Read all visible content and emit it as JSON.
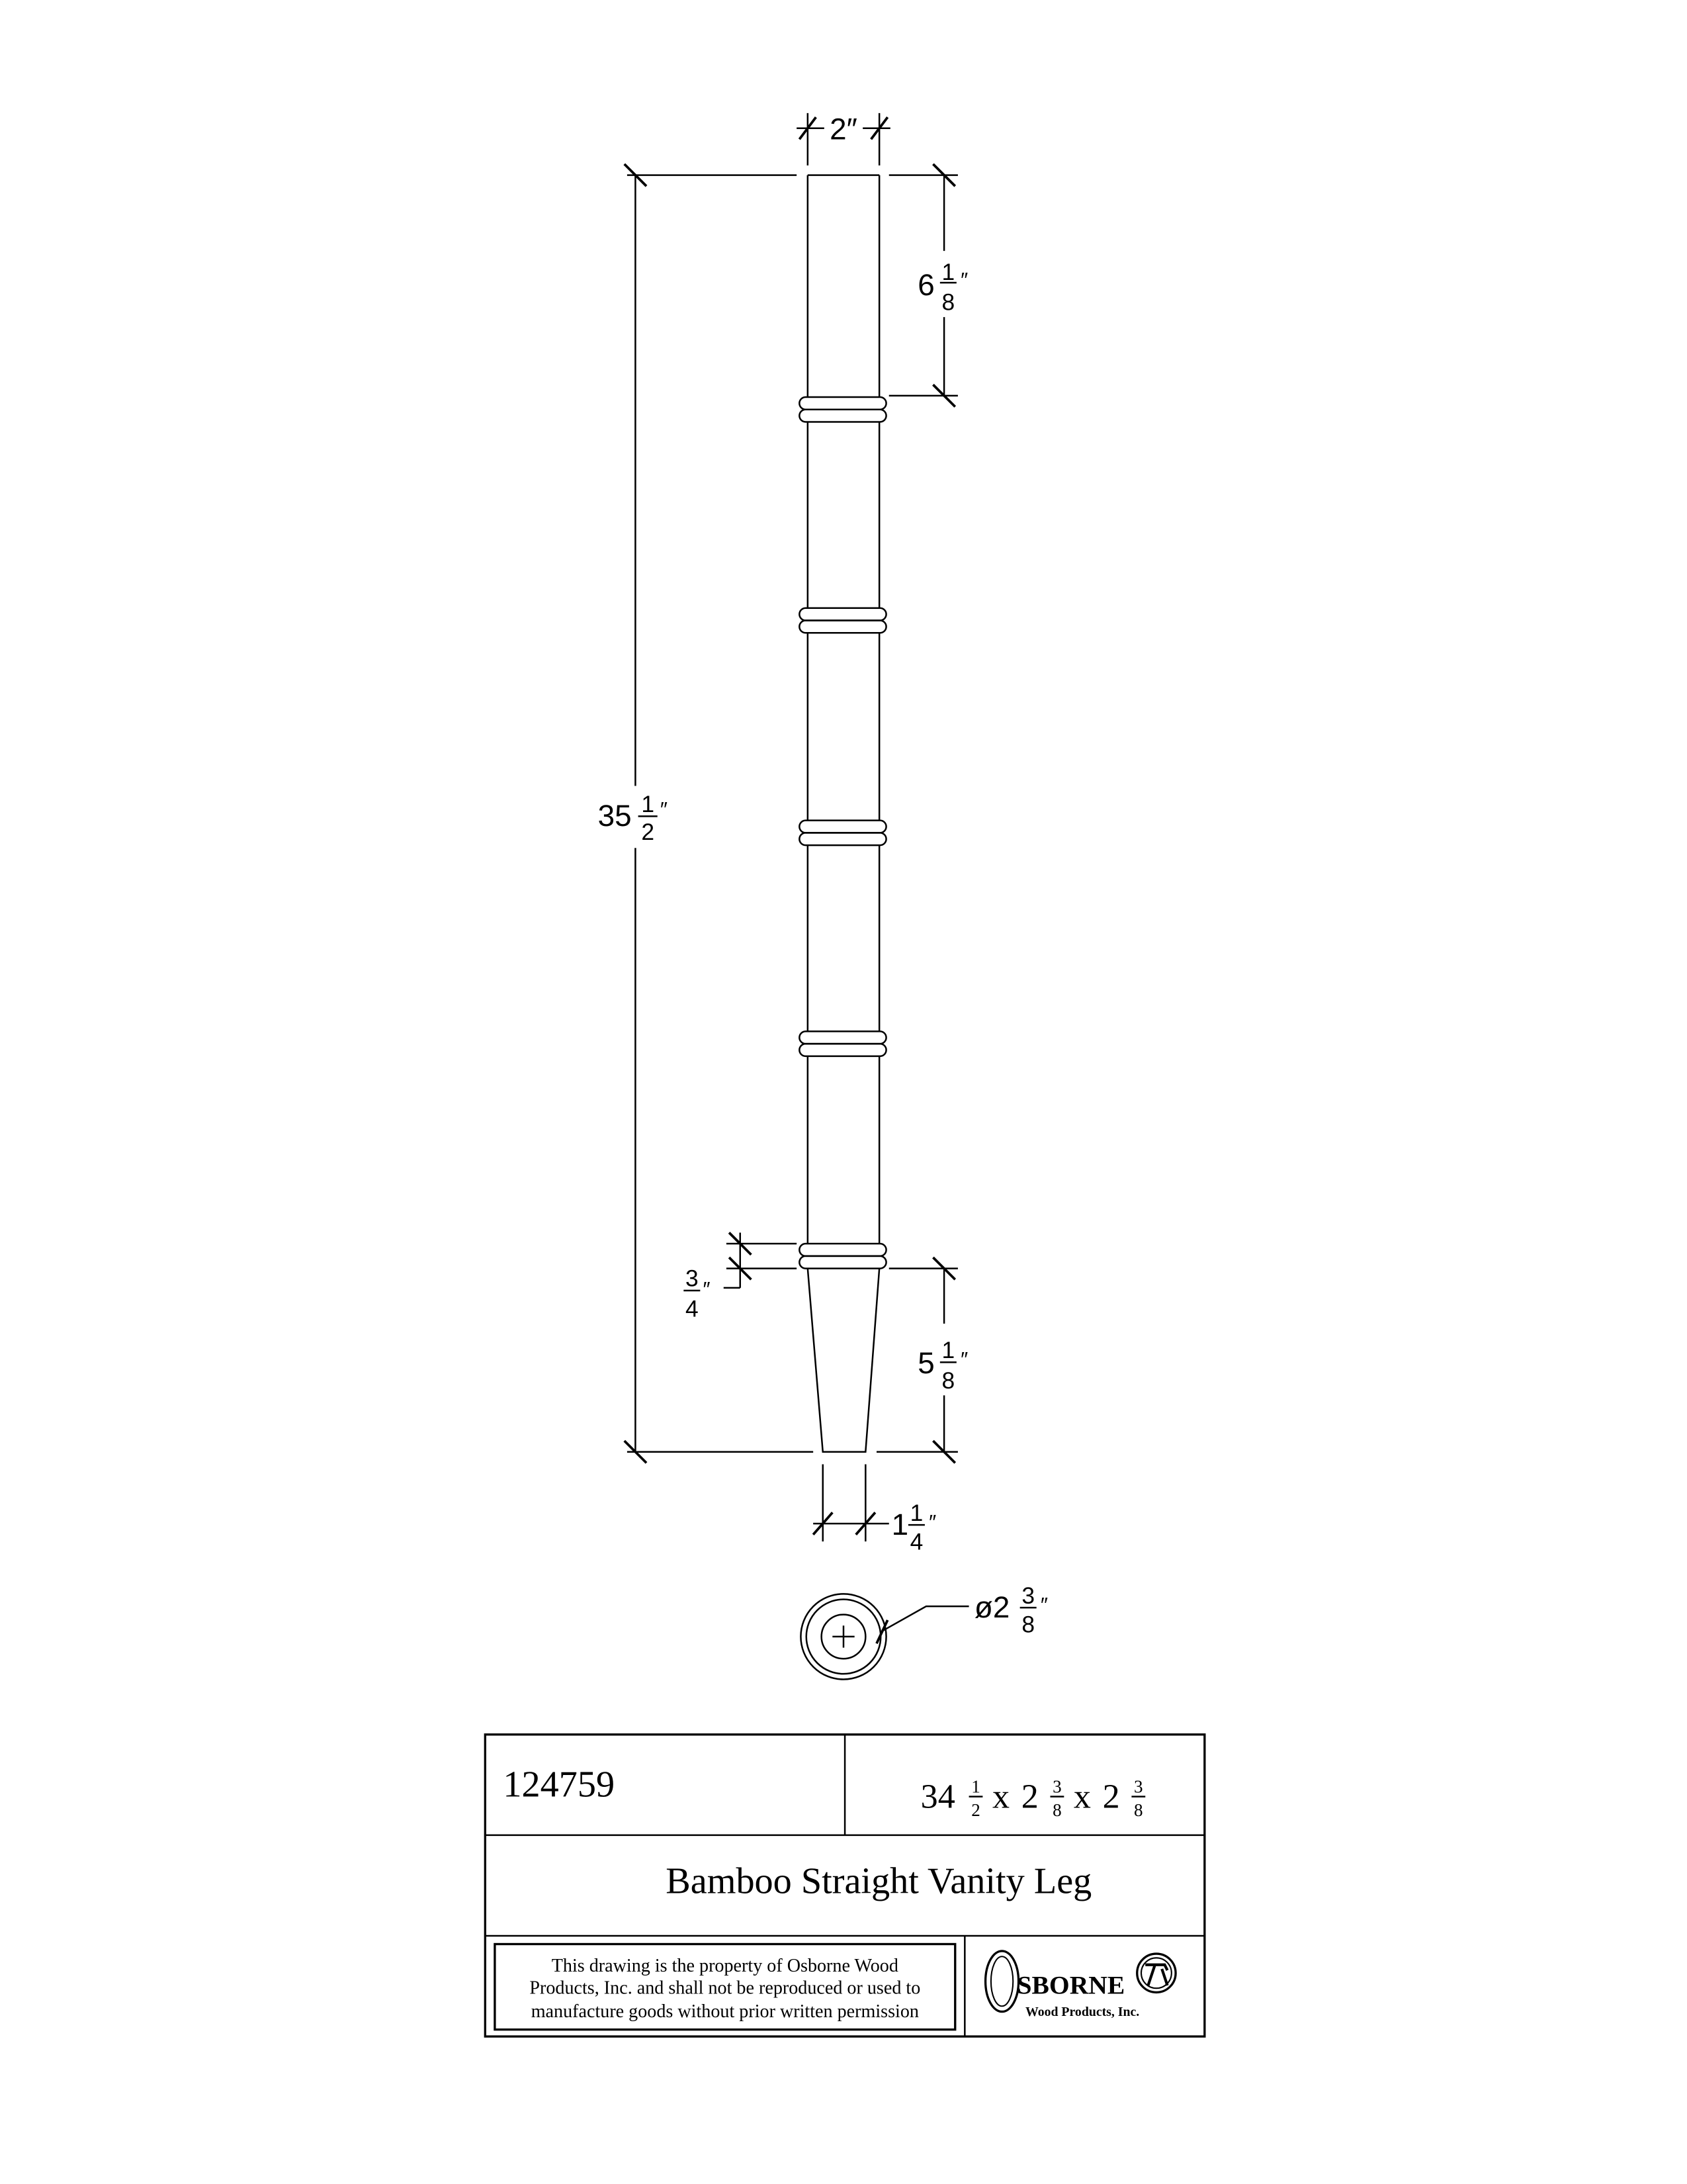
{
  "drawing": {
    "width_top": {
      "whole": "2",
      "unit": "″"
    },
    "overall_height": {
      "whole": "35",
      "num": "1",
      "den": "2",
      "unit": "″"
    },
    "top_section": {
      "whole": "6",
      "num": "1",
      "den": "8",
      "unit": "″"
    },
    "ring_band": {
      "num": "3",
      "den": "4",
      "unit": "″"
    },
    "foot_taper": {
      "whole": "5",
      "num": "1",
      "den": "8",
      "unit": "″"
    },
    "foot_width": {
      "whole": "1",
      "num": "1",
      "den": "4",
      "unit": "″"
    },
    "diameter": {
      "whole": "ø2",
      "num": "3",
      "den": "8",
      "unit": "″"
    }
  },
  "title_block": {
    "part_number": "124759",
    "size": {
      "a": "34",
      "a_num": "1",
      "a_den": "2",
      "x1": "x",
      "b": "2",
      "b_num": "3",
      "b_den": "8",
      "x2": "x",
      "c": "2",
      "c_num": "3",
      "c_den": "8"
    },
    "name": "Bamboo Straight Vanity Leg",
    "notice": [
      "This drawing is the property of Osborne Wood",
      "Products, Inc. and shall not be reproduced or used to",
      "manufacture goods without prior written permission"
    ],
    "logo": {
      "initial": "O",
      "name": "SBORNE",
      "sub": "Wood Products, Inc."
    }
  }
}
